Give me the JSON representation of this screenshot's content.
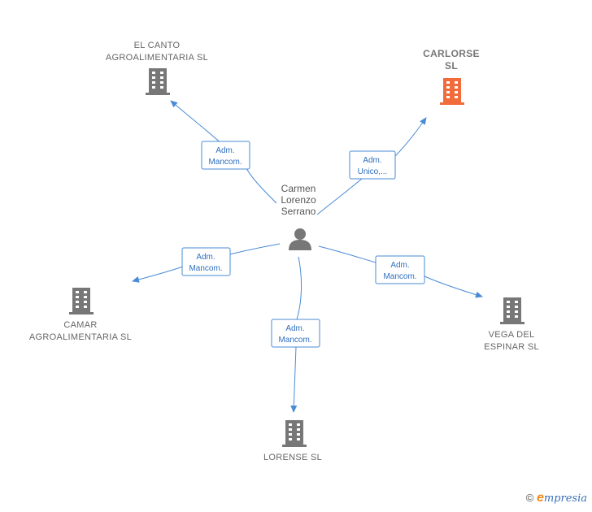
{
  "center": {
    "name_lines": [
      "Carmen",
      "Lorenzo",
      "Serrano"
    ],
    "icon": "person-icon"
  },
  "nodes": [
    {
      "id": "el-canto",
      "label_lines": [
        "EL CANTO",
        "AGROALIMENTARIA SL"
      ],
      "icon": "building-icon",
      "color": "#777777",
      "edge_label_lines": [
        "Adm.",
        "Mancom."
      ]
    },
    {
      "id": "carlorse",
      "label_lines": [
        "CARLORSE",
        "SL"
      ],
      "icon": "building-icon",
      "color": "#f26b3a",
      "edge_label_lines": [
        "Adm.",
        "Unico,..."
      ]
    },
    {
      "id": "camar",
      "label_lines": [
        "CAMAR",
        "AGROALIMENTARIA SL"
      ],
      "icon": "building-icon",
      "color": "#777777",
      "edge_label_lines": [
        "Adm.",
        "Mancom."
      ]
    },
    {
      "id": "vega",
      "label_lines": [
        "VEGA DEL",
        "ESPINAR  SL"
      ],
      "icon": "building-icon",
      "color": "#777777",
      "edge_label_lines": [
        "Adm.",
        "Mancom."
      ]
    },
    {
      "id": "lorense",
      "label_lines": [
        "LORENSE  SL"
      ],
      "icon": "building-icon",
      "color": "#777777",
      "edge_label_lines": [
        "Adm.",
        "Mancom."
      ]
    }
  ],
  "colors": {
    "edge": "#4a8bd6",
    "person": "#777777"
  },
  "brand": {
    "copyright": "©",
    "e": "e",
    "rest": "mpresia"
  }
}
